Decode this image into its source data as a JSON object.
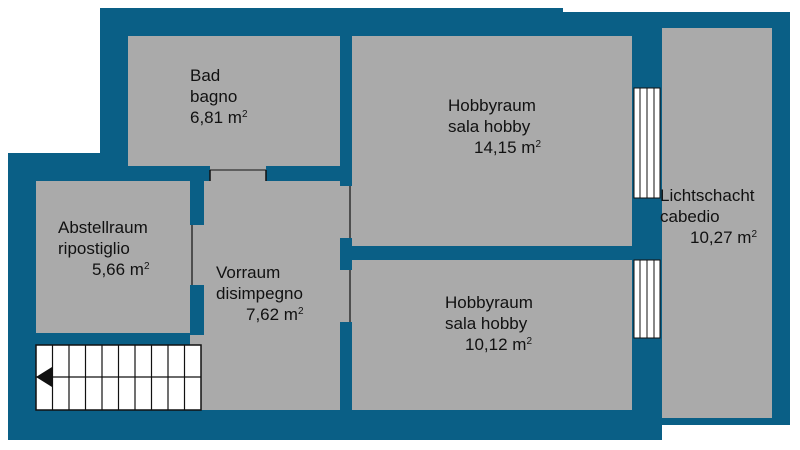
{
  "colors": {
    "wall": "#0a5f86",
    "room": "#aaaaaa",
    "background": "#ffffff",
    "stair_line": "#111111",
    "text": "#111111"
  },
  "rooms": {
    "bad": {
      "name_de": "Bad",
      "name_it": "bagno",
      "area": "6,81 m²"
    },
    "hobby1": {
      "name_de": "Hobbyraum",
      "name_it": "sala hobby",
      "area": "14,15 m²"
    },
    "abstell": {
      "name_de": "Abstellraum",
      "name_it": "ripostiglio",
      "area": "5,66 m²"
    },
    "vorraum": {
      "name_de": "Vorraum",
      "name_it": "disimpegno",
      "area": "7,62 m²"
    },
    "hobby2": {
      "name_de": "Hobbyraum",
      "name_it": "sala hobby",
      "area": "10,12 m²"
    },
    "licht": {
      "name_de": "Lichtschacht",
      "name_it": "cabedio",
      "area": "10,27 m²"
    }
  },
  "staircase": {
    "direction_icon": "arrow-left-icon"
  }
}
